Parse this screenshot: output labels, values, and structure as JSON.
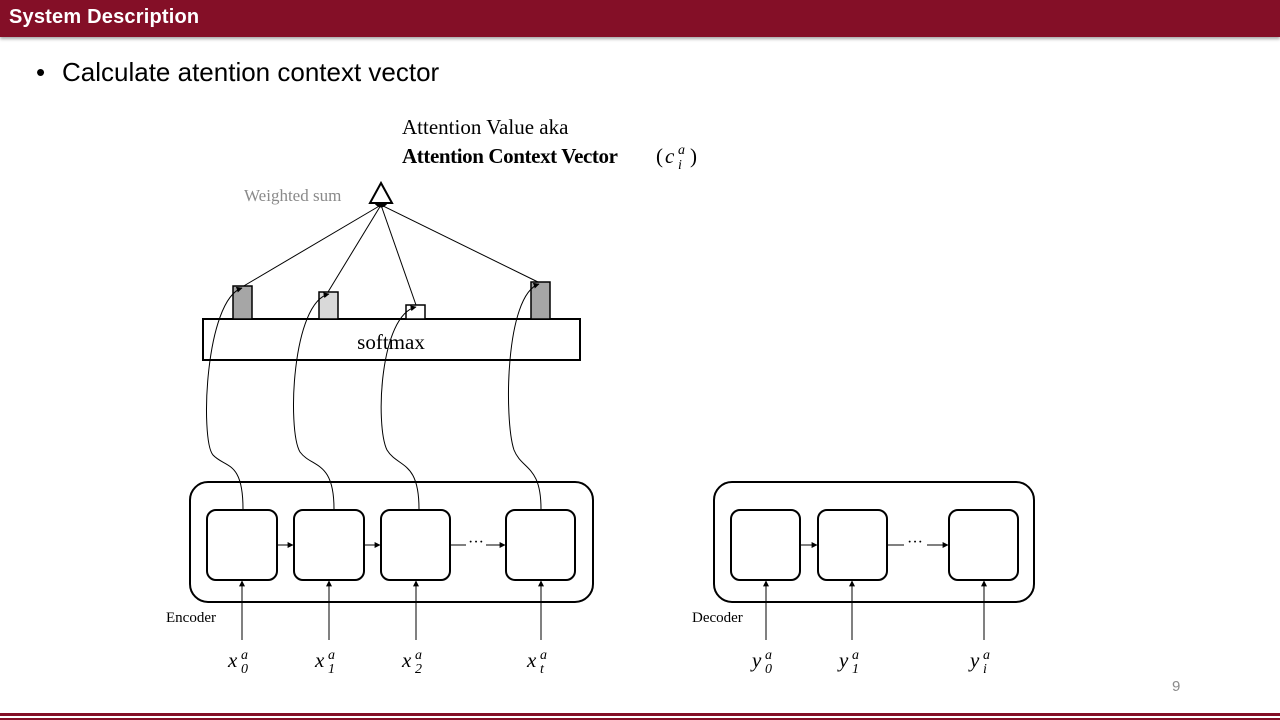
{
  "header": {
    "title": "System Description"
  },
  "bullet": {
    "text": "Calculate atention context vector"
  },
  "diagram": {
    "output_label_line1": "Attention Value aka",
    "output_label_line2": "Attention Context Vector",
    "output_symbol": {
      "base": "c",
      "sup": "a",
      "sub": "i"
    },
    "weighted_sum_label": "Weighted sum",
    "softmax_label": "softmax",
    "encoder_label": "Encoder",
    "decoder_label": "Decoder",
    "ellipsis": "···",
    "encoder_inputs": [
      {
        "base": "x",
        "sup": "a",
        "sub": "0"
      },
      {
        "base": "x",
        "sup": "a",
        "sub": "1"
      },
      {
        "base": "x",
        "sup": "a",
        "sub": "2"
      },
      {
        "base": "x",
        "sup": "a",
        "sub": "t"
      }
    ],
    "decoder_inputs": [
      {
        "base": "y",
        "sup": "a",
        "sub": "0"
      },
      {
        "base": "y",
        "sup": "a",
        "sub": "1"
      },
      {
        "base": "y",
        "sup": "a",
        "sub": "i"
      }
    ]
  },
  "colors": {
    "accent": "#840f27",
    "weight_dark": "#a6a6a6",
    "weight_light": "#d9d9d9",
    "weight_white": "#ffffff"
  },
  "page_number": "9"
}
